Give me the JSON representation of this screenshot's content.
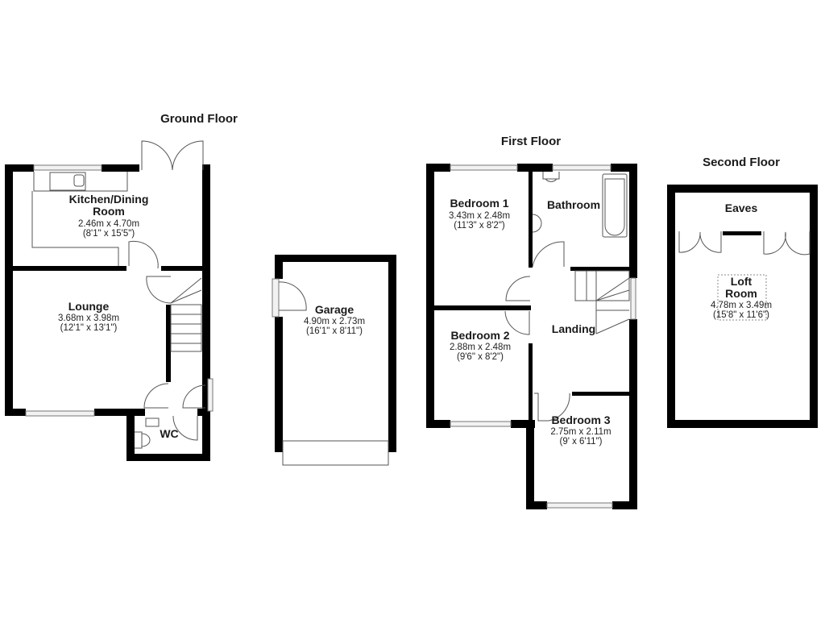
{
  "floors": [
    {
      "title": "Ground Floor",
      "rooms": [
        {
          "name_line1": "Kitchen/Dining",
          "name_line2": "Room",
          "metric": "2.46m x 4.70m",
          "imperial": "(8'1\" x 15'5\")"
        },
        {
          "name_line1": "Lounge",
          "metric": "3.68m x 3.98m",
          "imperial": "(12'1\" x 13'1\")"
        },
        {
          "name_line1": "WC"
        }
      ]
    },
    {
      "title": "",
      "rooms": [
        {
          "name_line1": "Garage",
          "metric": "4.90m x 2.73m",
          "imperial": "(16'1\" x 8'11\")"
        }
      ]
    },
    {
      "title": "First Floor",
      "rooms": [
        {
          "name_line1": "Bedroom 1",
          "metric": "3.43m x 2.48m",
          "imperial": "(11'3\" x 8'2\")"
        },
        {
          "name_line1": "Bathroom"
        },
        {
          "name_line1": "Landing"
        },
        {
          "name_line1": "Bedroom 2",
          "metric": "2.88m x 2.48m",
          "imperial": "(9'6\" x 8'2\")"
        },
        {
          "name_line1": "Bedroom 3",
          "metric": "2.75m x 2.11m",
          "imperial": "(9' x 6'11\")"
        }
      ]
    },
    {
      "title": "Second Floor",
      "rooms": [
        {
          "name_line1": "Eaves"
        },
        {
          "name_line1": "Loft",
          "name_line2": "Room",
          "metric": "4.78m x 3.49m",
          "imperial": "(15'8\" x 11'6\")"
        }
      ]
    }
  ]
}
